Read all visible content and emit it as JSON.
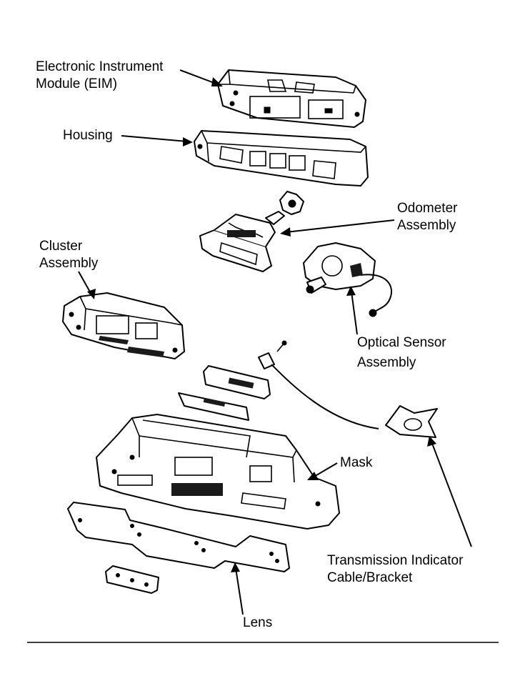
{
  "diagram": {
    "labels": {
      "eim": [
        "Electronic Instrument",
        "Module (EIM)"
      ],
      "housing": "Housing",
      "odometer": [
        "Odometer",
        "Assembly"
      ],
      "cluster": [
        "Cluster",
        "Assembly"
      ],
      "optical_sensor": [
        "Optical Sensor",
        "Assembly"
      ],
      "mask": "Mask",
      "transmission": [
        "Transmission Indicator",
        "Cable/Bracket"
      ],
      "lens": "Lens"
    }
  }
}
